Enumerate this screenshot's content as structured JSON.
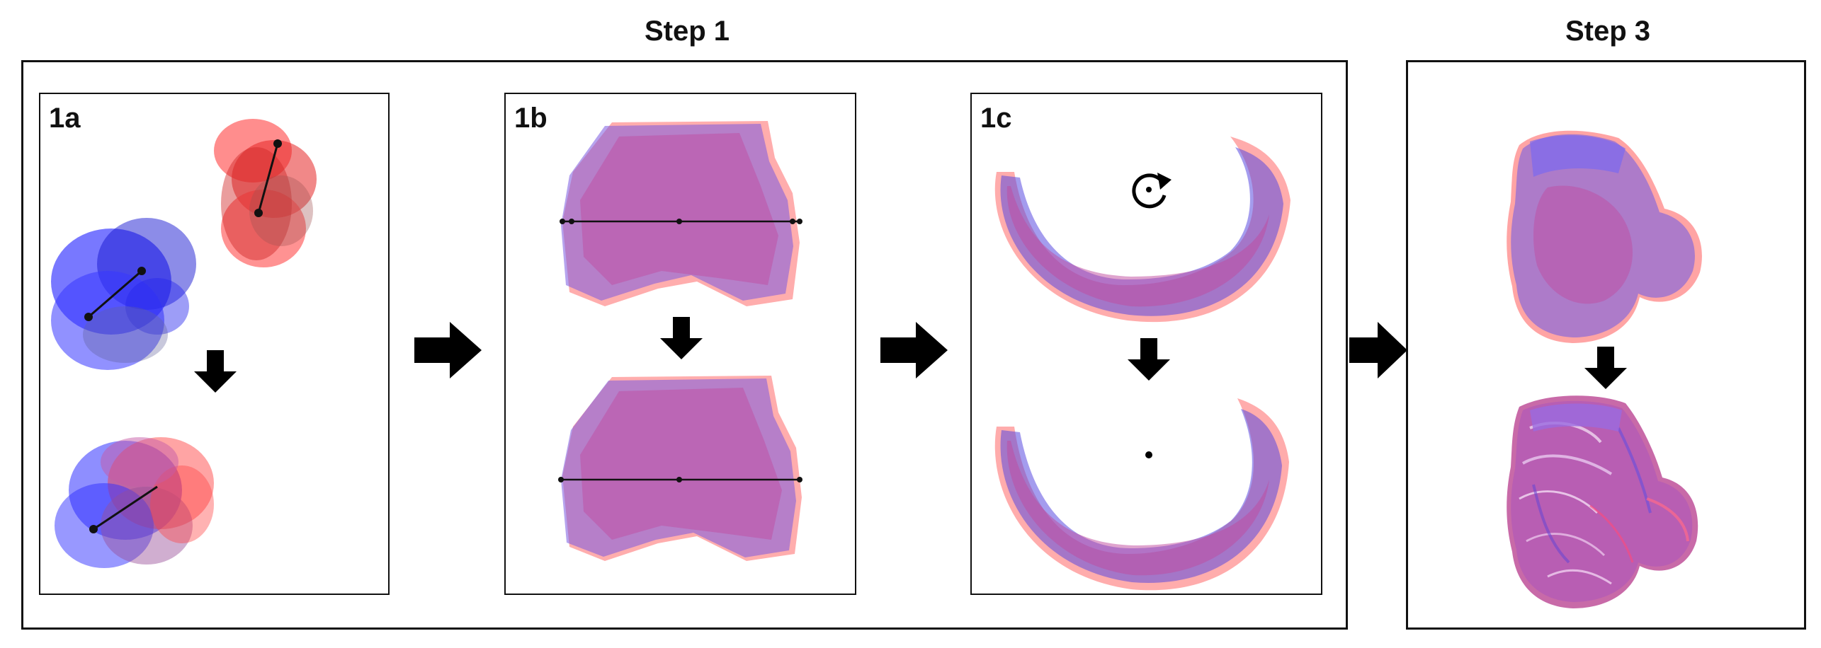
{
  "steps": {
    "step1_title": "Step 1",
    "step3_title": "Step 3"
  },
  "panels": {
    "p1a_label": "1a",
    "p1b_label": "1b",
    "p1c_label": "1c"
  },
  "colors": {
    "red": "#ff1f1f",
    "blue": "#1a1aff",
    "overlay_magenta": "#c04a9e",
    "frame": "#111111"
  },
  "icons": {
    "rotation": "rotate-icon",
    "arrow": "arrow-icon"
  }
}
